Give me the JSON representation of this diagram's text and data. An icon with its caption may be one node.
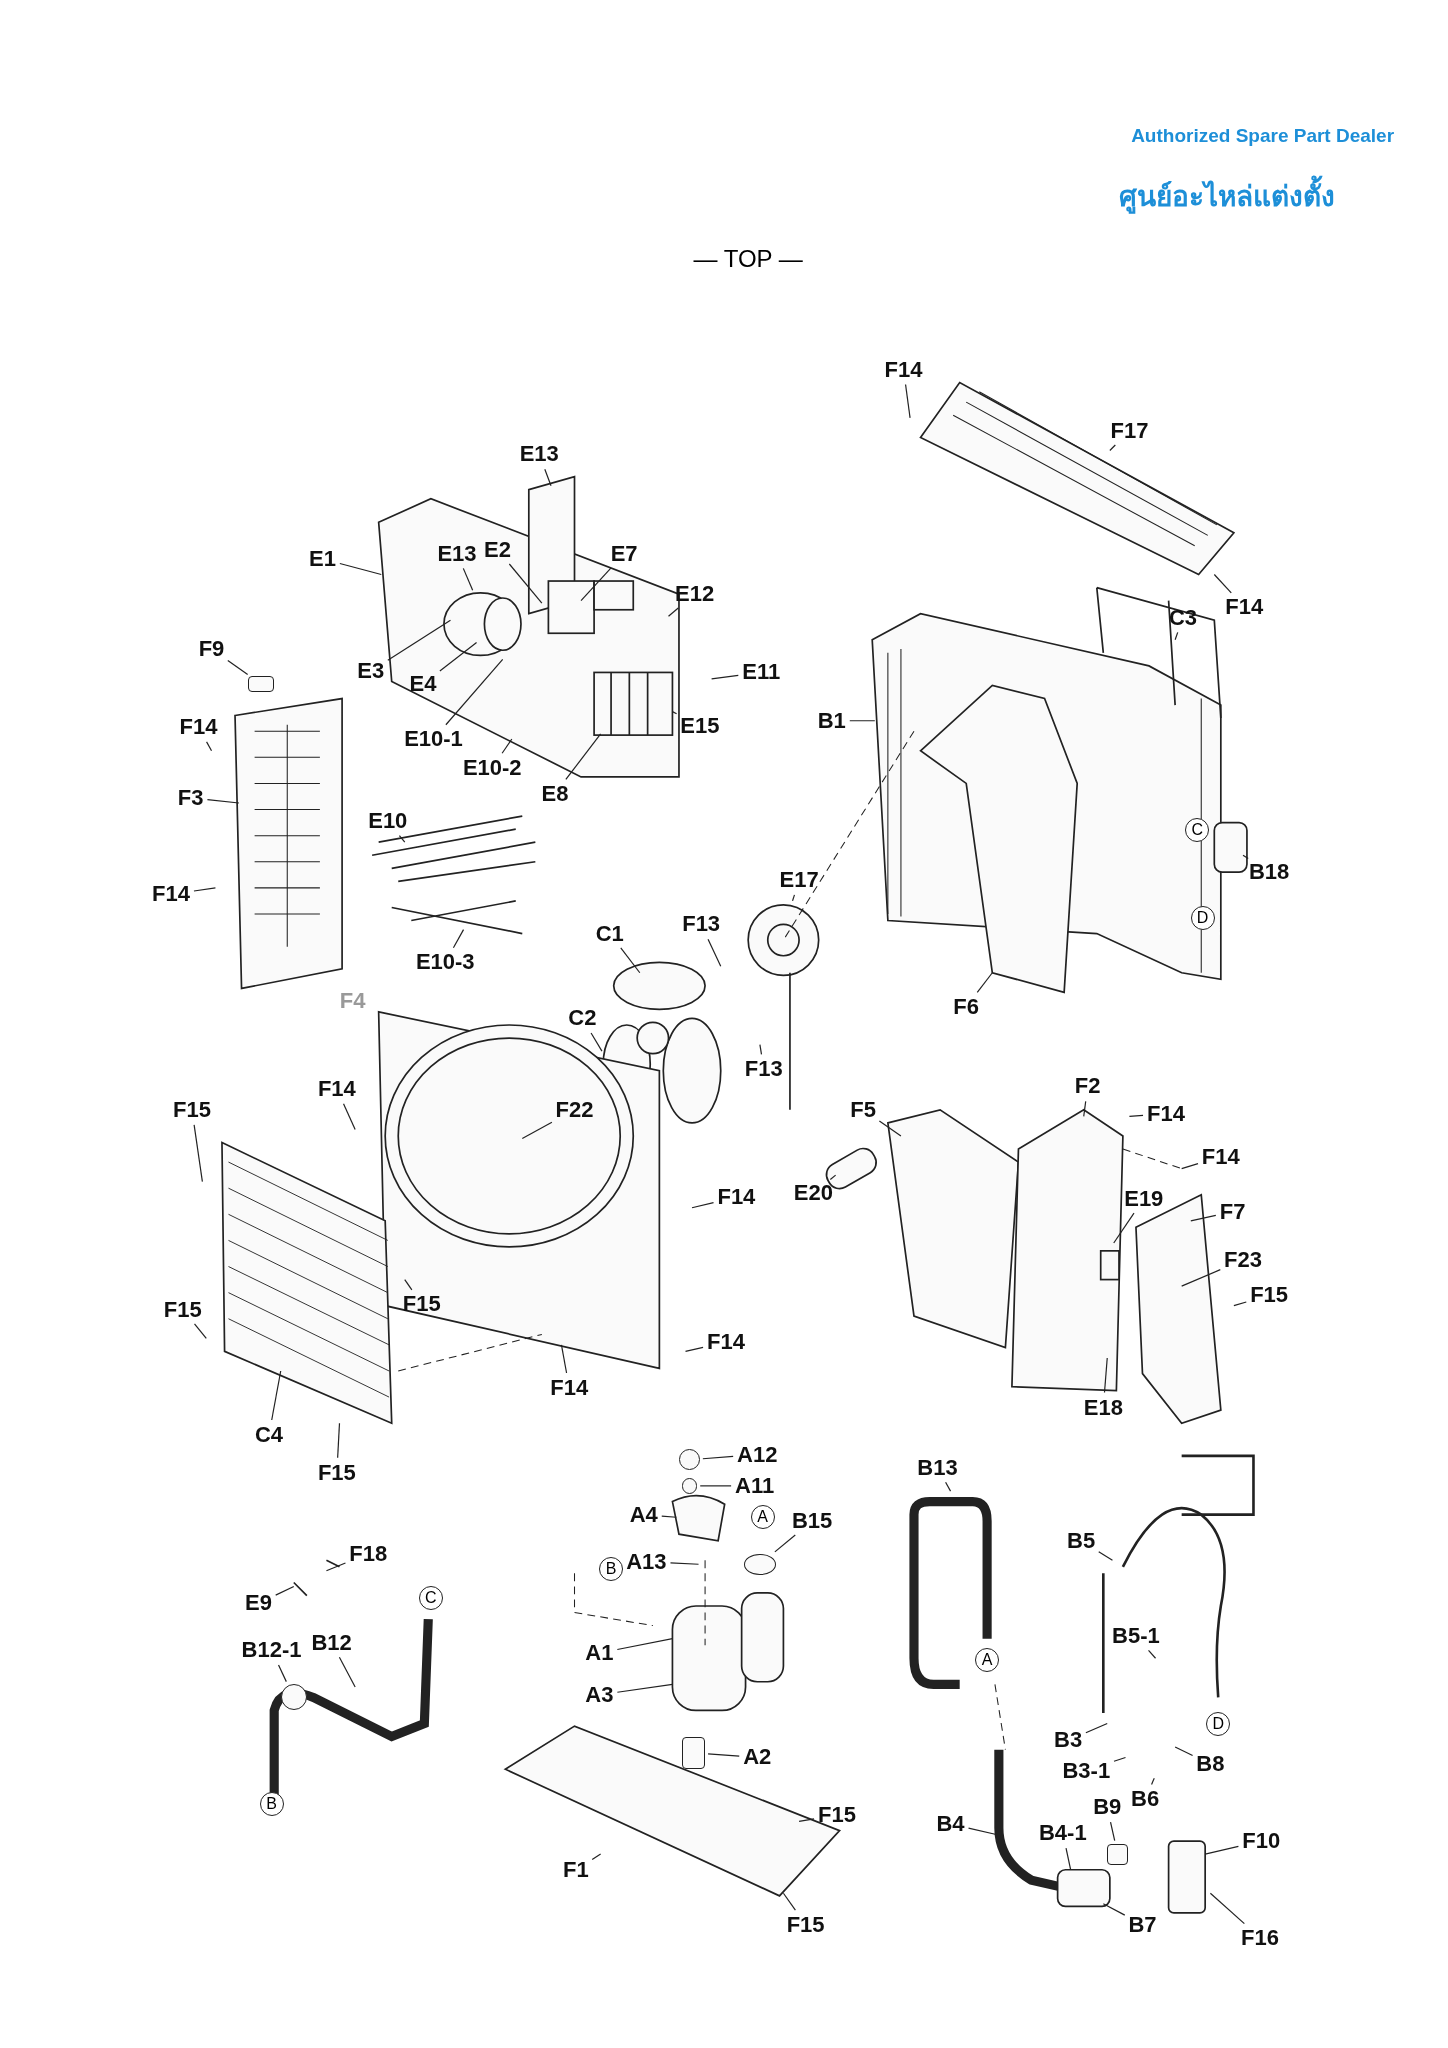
{
  "diagram": {
    "nodes": [
      {
        "text": [
          "F14"
        ]
      },
      {
        "text": [
          "F17"
        ]
      },
      {
        "text": [
          "E13"
        ]
      },
      {
        "text": [
          "E1"
        ]
      },
      {
        "text": [
          "E13"
        ]
      },
      {
        "text": [
          "E2"
        ]
      },
      {
        "text": [
          "E7"
        ]
      },
      {
        "text": [
          "E12"
        ]
      },
      {
        "text": [
          "F14"
        ]
      },
      {
        "text": [
          "C3"
        ]
      },
      {
        "text": [
          "F9"
        ]
      },
      {
        "text": [
          "E3"
        ]
      },
      {
        "text": [
          "E4"
        ]
      },
      {
        "text": [
          "E11"
        ]
      },
      {
        "text": [
          "B1"
        ]
      },
      {
        "text": [
          "E10-1"
        ]
      },
      {
        "text": [
          "E15"
        ]
      },
      {
        "text": [
          "E10-2"
        ]
      },
      {
        "text": [
          "E8"
        ]
      },
      {
        "text": [
          "F14"
        ]
      },
      {
        "text": [
          "F3"
        ]
      },
      {
        "text": [
          "E10"
        ]
      },
      {
        "text": [
          "B18"
        ]
      },
      {
        "text": [
          "F14"
        ]
      },
      {
        "text": [
          "C1"
        ]
      },
      {
        "text": [
          "F13"
        ]
      },
      {
        "text": [
          "E17"
        ]
      },
      {
        "text": [
          "E10-3"
        ]
      },
      {
        "text": [
          "F6"
        ]
      },
      {
        "text": [
          "C2"
        ]
      },
      {
        "text": [
          "F13"
        ]
      },
      {
        "text": [
          "F14"
        ]
      },
      {
        "text": [
          "F2"
        ]
      },
      {
        "text": [
          "F14"
        ]
      },
      {
        "text": [
          "F15"
        ]
      },
      {
        "text": [
          "F5"
        ]
      },
      {
        "text": [
          "F22"
        ]
      },
      {
        "text": [
          "F14"
        ]
      },
      {
        "text": [
          "E20"
        ]
      },
      {
        "text": [
          "F14"
        ]
      },
      {
        "text": [
          "E19"
        ]
      },
      {
        "text": [
          "F7"
        ]
      },
      {
        "text": [
          "F23"
        ]
      },
      {
        "text": [
          "F15"
        ]
      },
      {
        "text": [
          "F15"
        ]
      },
      {
        "text": [
          "F15"
        ]
      },
      {
        "text": [
          "F14"
        ]
      },
      {
        "text": [
          "E18"
        ]
      },
      {
        "text": [
          "F14"
        ]
      },
      {
        "text": [
          "C4"
        ]
      },
      {
        "text": [
          "F15"
        ]
      },
      {
        "text": [
          "A12"
        ]
      },
      {
        "text": [
          "A11"
        ]
      },
      {
        "text": [
          "A4"
        ]
      },
      {
        "text": [
          "B15"
        ]
      },
      {
        "text": [
          "B13"
        ]
      },
      {
        "text": [
          "F18"
        ]
      },
      {
        "text": [
          "A13"
        ]
      },
      {
        "text": [
          "B5"
        ]
      },
      {
        "text": [
          "E9"
        ]
      },
      {
        "text": [
          "B12-1"
        ]
      },
      {
        "text": [
          "B12"
        ]
      },
      {
        "text": [
          "A1"
        ]
      },
      {
        "text": [
          "B5-1"
        ]
      },
      {
        "text": [
          "A3"
        ]
      },
      {
        "text": [
          "B3"
        ]
      },
      {
        "text": [
          "A2"
        ]
      },
      {
        "text": [
          "B3-1"
        ]
      },
      {
        "text": [
          "B8"
        ]
      },
      {
        "text": [
          "B6"
        ]
      },
      {
        "text": [
          "F15"
        ]
      },
      {
        "text": [
          "B9"
        ]
      },
      {
        "text": [
          "B4"
        ]
      },
      {
        "text": [
          "B4-1"
        ]
      },
      {
        "text": [
          "F10"
        ]
      },
      {
        "text": [
          "F1"
        ]
      },
      {
        "text": [
          "B7"
        ]
      },
      {
        "text": [
          "F16"
        ]
      },
      {
        "text": [
          "F15"
        ]
      },
      {
        "text": [],
        "shape": "box"
      },
      {
        "text": [],
        "shape": "circle"
      },
      {
        "text": [],
        "shape": "circle"
      },
      {
        "text": [],
        "shape": "circle"
      },
      {
        "text": [],
        "shape": "circle"
      },
      {
        "text": [],
        "shape": "box"
      },
      {
        "text": [],
        "shape": "box"
      }
    ],
    "edges": [
      {
        "from": 0,
        "to": null,
        "arrow": "none"
      },
      {
        "from": 1,
        "to": null,
        "arrow": "none"
      },
      {
        "from": 2,
        "to": null,
        "arrow": "none"
      },
      {
        "from": 3,
        "to": null,
        "arrow": "none"
      },
      {
        "from": 4,
        "to": null,
        "arrow": "none"
      },
      {
        "from": 5,
        "to": null,
        "arrow": "none"
      },
      {
        "from": 6,
        "to": null,
        "arrow": "none"
      },
      {
        "from": 7,
        "to": null,
        "arrow": "none"
      },
      {
        "from": 8,
        "to": null,
        "arrow": "none"
      },
      {
        "from": 9,
        "to": null,
        "arrow": "none"
      },
      {
        "from": 10,
        "to": 79,
        "arrow": "none"
      },
      {
        "from": 11,
        "to": null,
        "arrow": "none"
      },
      {
        "from": 12,
        "to": null,
        "arrow": "none"
      },
      {
        "from": 13,
        "to": null,
        "arrow": "none"
      },
      {
        "from": 14,
        "to": null,
        "arrow": "none"
      },
      {
        "from": 15,
        "to": null,
        "arrow": "none"
      },
      {
        "from": 16,
        "to": null,
        "arrow": "none"
      },
      {
        "from": 17,
        "to": null,
        "arrow": "none"
      },
      {
        "from": 18,
        "to": null,
        "arrow": "none"
      },
      {
        "from": 19,
        "to": null,
        "arrow": "none"
      },
      {
        "from": 20,
        "to": null,
        "arrow": "none"
      },
      {
        "from": 21,
        "to": null,
        "arrow": "none"
      },
      {
        "from": 22,
        "to": null,
        "arrow": "none"
      },
      {
        "from": 23,
        "to": null,
        "arrow": "none"
      },
      {
        "from": 24,
        "to": null,
        "arrow": "none"
      },
      {
        "from": 25,
        "to": null,
        "arrow": "none"
      },
      {
        "from": 26,
        "to": null,
        "arrow": "none"
      },
      {
        "from": 27,
        "to": null,
        "arrow": "none"
      },
      {
        "from": 28,
        "to": null,
        "arrow": "none"
      },
      {
        "from": 29,
        "to": null,
        "arrow": "none"
      },
      {
        "from": 30,
        "to": null,
        "arrow": "none"
      },
      {
        "from": 31,
        "to": null,
        "arrow": "none"
      },
      {
        "from": 32,
        "to": null,
        "arrow": "none"
      },
      {
        "from": 33,
        "to": null,
        "arrow": "none"
      },
      {
        "from": 34,
        "to": null,
        "arrow": "none"
      },
      {
        "from": 35,
        "to": null,
        "arrow": "none"
      },
      {
        "from": 36,
        "to": null,
        "arrow": "none"
      },
      {
        "from": 37,
        "to": null,
        "arrow": "none"
      },
      {
        "from": 38,
        "to": null,
        "arrow": "none"
      },
      {
        "from": 39,
        "to": null,
        "arrow": "none"
      },
      {
        "from": 40,
        "to": null,
        "arrow": "none"
      },
      {
        "from": 41,
        "to": null,
        "arrow": "none"
      },
      {
        "from": 42,
        "to": null,
        "arrow": "none"
      },
      {
        "from": 43,
        "to": null,
        "arrow": "none"
      },
      {
        "from": 44,
        "to": null,
        "arrow": "none"
      },
      {
        "from": 45,
        "to": null,
        "arrow": "none"
      },
      {
        "from": 46,
        "to": null,
        "arrow": "none"
      },
      {
        "from": 47,
        "to": null,
        "arrow": "none"
      },
      {
        "from": 48,
        "to": null,
        "arrow": "none"
      },
      {
        "from": 49,
        "to": null,
        "arrow": "none"
      },
      {
        "from": 50,
        "to": null,
        "arrow": "none"
      },
      {
        "from": 51,
        "to": 80,
        "arrow": "none"
      },
      {
        "from": 52,
        "to": 81,
        "arrow": "none"
      },
      {
        "from": 53,
        "to": null,
        "arrow": "none"
      },
      {
        "from": 54,
        "to": 82,
        "arrow": "none"
      },
      {
        "from": 55,
        "to": null,
        "arrow": "none"
      },
      {
        "from": 56,
        "to": null,
        "arrow": "none"
      },
      {
        "from": 57,
        "to": null,
        "arrow": "none"
      },
      {
        "from": 58,
        "to": null,
        "arrow": "none"
      },
      {
        "from": 59,
        "to": null,
        "arrow": "none"
      },
      {
        "from": 60,
        "to": 83,
        "arrow": "none"
      },
      {
        "from": 61,
        "to": null,
        "arrow": "none"
      },
      {
        "from": 62,
        "to": null,
        "arrow": "none"
      },
      {
        "from": 63,
        "to": null,
        "arrow": "none"
      },
      {
        "from": 64,
        "to": null,
        "arrow": "none"
      },
      {
        "from": 65,
        "to": null,
        "arrow": "none"
      },
      {
        "from": 66,
        "to": 84,
        "arrow": "none"
      },
      {
        "from": 67,
        "to": null,
        "arrow": "none"
      },
      {
        "from": 68,
        "to": null,
        "arrow": "none"
      },
      {
        "from": 69,
        "to": null,
        "arrow": "none"
      },
      {
        "from": 70,
        "to": null,
        "arrow": "none"
      },
      {
        "from": 71,
        "to": 85,
        "arrow": "none"
      },
      {
        "from": 72,
        "to": null,
        "arrow": "none"
      },
      {
        "from": 73,
        "to": null,
        "arrow": "none"
      },
      {
        "from": 74,
        "to": null,
        "arrow": "none"
      },
      {
        "from": 75,
        "to": null,
        "arrow": "none"
      },
      {
        "from": 76,
        "to": null,
        "arrow": "none"
      },
      {
        "from": 77,
        "to": null,
        "arrow": "none"
      },
      {
        "from": 78,
        "to": null,
        "arrow": "none"
      }
    ],
    "labels": [
      "Authorized Spare Part Dealer",
      "ศูนย์อะไหล่แต่งตั้ง",
      "— TOP —",
      "F4",
      "C",
      "D",
      "A",
      "B",
      "C",
      "A",
      "D",
      "B"
    ]
  }
}
